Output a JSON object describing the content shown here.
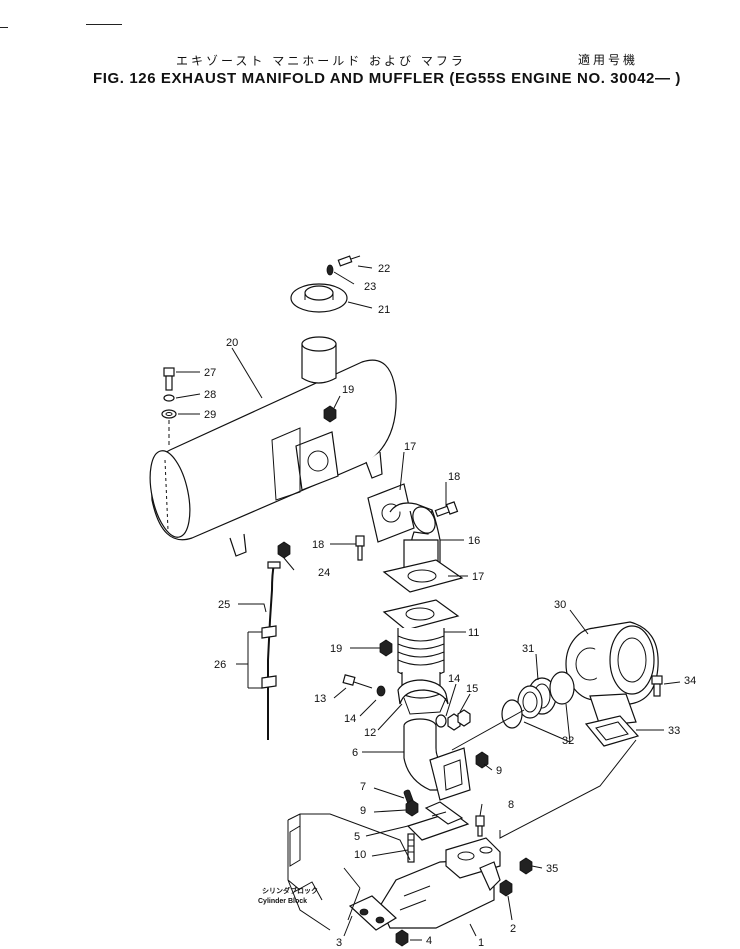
{
  "header": {
    "jp_title": "エキゾースト マニホールド および マフラ",
    "jp_model": "適用号機",
    "title": "FIG. 126  EXHAUST MANIFOLD AND MUFFLER  (EG55S ENGINE NO. 30042— )"
  },
  "callouts": {
    "c1": "1",
    "c2": "2",
    "c3": "3",
    "c4": "4",
    "c5": "5",
    "c6": "6",
    "c7": "7",
    "c8": "8",
    "c9a": "9",
    "c9b": "9",
    "c10": "10",
    "c11": "11",
    "c12": "12",
    "c13": "13",
    "c14a": "14",
    "c14b": "14",
    "c15": "15",
    "c16": "16",
    "c17a": "17",
    "c17b": "17",
    "c18a": "18",
    "c18b": "18",
    "c19a": "19",
    "c19b": "19",
    "c20": "20",
    "c21": "21",
    "c22": "22",
    "c23": "23",
    "c24": "24",
    "c25": "25",
    "c26": "26",
    "c27": "27",
    "c28": "28",
    "c29": "29",
    "c30": "30",
    "c31": "31",
    "c32": "32",
    "c33": "33",
    "c34": "34",
    "c35": "35"
  },
  "cylinder_block": {
    "jp": "シリンダブロック",
    "en": "Cylinder Block"
  }
}
